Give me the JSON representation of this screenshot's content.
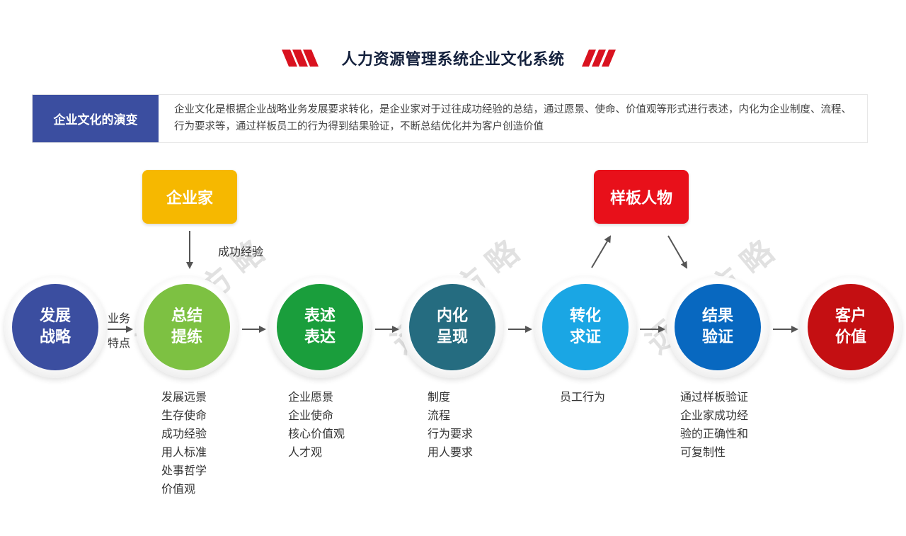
{
  "title": "人力资源管理系统企业文化系统",
  "colors": {
    "title_deco": "#d9121f",
    "intro_label_bg": "#3b4ea0",
    "box_entrepreneur": "#f6b800",
    "box_model": "#e8101a"
  },
  "intro": {
    "label": "企业文化的演变",
    "text": "企业文化是根据企业战略业务发展要求转化，是企业家对于过往成功经验的总结，通过愿景、使命、价值观等形式进行表述，内化为企业制度、流程、行为要求等，通过样板员工的行为得到结果验证，不断总结优化并为客户创造价值"
  },
  "top_boxes": {
    "entrepreneur": "企业家",
    "model_person": "样板人物"
  },
  "labels": {
    "success_experience": "成功经验",
    "business_line1": "业务",
    "business_line2": "特点"
  },
  "stages": [
    {
      "line1": "发展",
      "line2": "战略",
      "color": "#3b4ea0"
    },
    {
      "line1": "总结",
      "line2": "提练",
      "color": "#7dc142"
    },
    {
      "line1": "表述",
      "line2": "表达",
      "color": "#1a9e3c"
    },
    {
      "line1": "内化",
      "line2": "呈现",
      "color": "#256c80"
    },
    {
      "line1": "转化",
      "line2": "求证",
      "color": "#1aa6e4"
    },
    {
      "line1": "结果",
      "line2": "验证",
      "color": "#0868c0"
    },
    {
      "line1": "客户",
      "line2": "价值",
      "color": "#c40f12"
    }
  ],
  "lists": {
    "summary": [
      "发展远景",
      "生存使命",
      "成功经验",
      "用人标准",
      "处事哲学",
      "价值观"
    ],
    "express": [
      "企业愿景",
      "企业使命",
      "核心价值观",
      "人才观"
    ],
    "internalize": [
      "制度",
      "流程",
      "行为要求",
      "用人要求"
    ],
    "transform": [
      "员工行为"
    ],
    "verify": [
      "通过样板验证",
      "企业家成功经",
      "验的正确性和",
      "可复制性"
    ]
  },
  "watermark": "远大方略"
}
